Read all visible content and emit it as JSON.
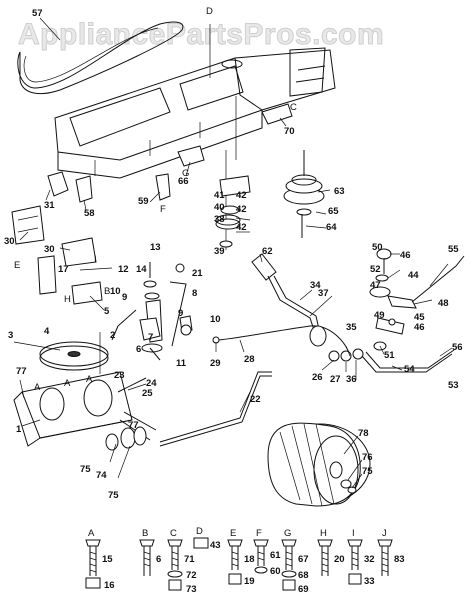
{
  "watermark": "AppliancePartsPros.com",
  "callouts": [
    "57",
    "31",
    "58",
    "59",
    "66",
    "70",
    "30",
    "30",
    "17",
    "5",
    "3",
    "4",
    "77",
    "1",
    "2",
    "7",
    "12",
    "13",
    "14",
    "21",
    "8",
    "9",
    "9",
    "10",
    "10",
    "11",
    "6",
    "23",
    "24",
    "25",
    "77",
    "74",
    "75",
    "75",
    "22",
    "29",
    "28",
    "26",
    "27",
    "36",
    "35",
    "34",
    "37",
    "62",
    "38",
    "39",
    "40",
    "41",
    "42",
    "42",
    "42",
    "63",
    "65",
    "64",
    "50",
    "52",
    "47",
    "46",
    "44",
    "55",
    "48",
    "45",
    "46",
    "49",
    "51",
    "54",
    "56",
    "53",
    "78",
    "76",
    "75"
  ],
  "letters": [
    "D",
    "C",
    "G",
    "F",
    "E",
    "I",
    "B",
    "H",
    "A",
    "A",
    "A"
  ],
  "hardware": [
    {
      "letter": "A",
      "parts": [
        "15",
        "16"
      ]
    },
    {
      "letter": "B",
      "parts": [
        "6"
      ]
    },
    {
      "letter": "C",
      "parts": [
        "71",
        "72",
        "73"
      ]
    },
    {
      "letter": "D",
      "parts": [
        "43"
      ]
    },
    {
      "letter": "E",
      "parts": [
        "18",
        "19"
      ]
    },
    {
      "letter": "F",
      "parts": [
        "61",
        "60"
      ]
    },
    {
      "letter": "G",
      "parts": [
        "67",
        "68",
        "69"
      ]
    },
    {
      "letter": "H",
      "parts": [
        "20"
      ]
    },
    {
      "letter": "I",
      "parts": [
        "32",
        "33"
      ]
    },
    {
      "letter": "J",
      "parts": [
        "83"
      ]
    }
  ]
}
